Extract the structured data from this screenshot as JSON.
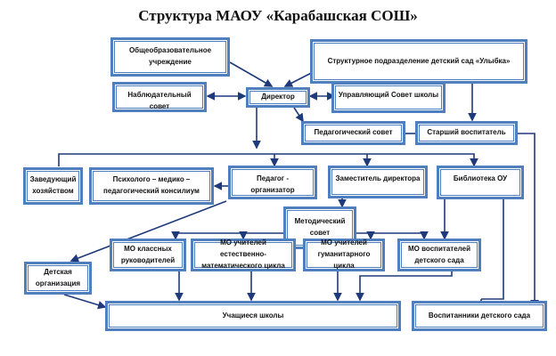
{
  "title": "Структура МАОУ «Карабашская СОШ»",
  "boxes": {
    "general_school": "Общеобразовательное учреждение",
    "kindergarten": "Структурное подразделение детский сад «Улыбка»",
    "supervisory_board": "Наблюдательный совет",
    "director": "Директор",
    "governing_council": "Управляющий Совет школы",
    "pedagogical_council": "Педагогический совет",
    "senior_educator": "Старший воспитатель",
    "facility_manager": "Заведующий хозяйством",
    "pmpk": "Психолого – медико – педагогический консилиум",
    "teacher_organizer": "Педагог - организатор",
    "deputy_director": "Заместитель директора",
    "library": "Библиотека ОУ",
    "methodical_council": "Методический совет",
    "children_org": "Детская организация",
    "mo_class_teachers": "МО классных руководителей",
    "mo_science": "МО учителей естественно-математического цикла",
    "mo_humanities": "МО учителей гуманитарного цикла",
    "mo_kindergarten": "МО воспитателей детского сада",
    "students": "Учащиеся школы",
    "kindergarten_pupils": "Воспитанники детского сада"
  }
}
